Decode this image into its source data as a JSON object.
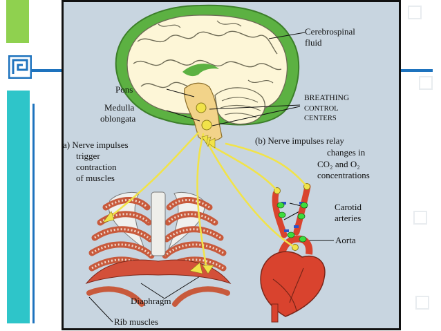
{
  "labels": {
    "cerebrospinal": [
      "Cerebrospinal",
      "fluid"
    ],
    "pons": "Pons",
    "medulla": [
      "Medulla",
      "oblongata"
    ],
    "breathing": [
      "Breathing",
      "control",
      "centers"
    ],
    "part_a": [
      "a) Nerve impulses",
      "trigger",
      "contraction",
      "of muscles"
    ],
    "part_b": [
      "(b) Nerve impulses relay",
      "changes in",
      "CO₂ and O₂",
      "concentrations"
    ],
    "carotid": [
      "Carotid",
      "arteries"
    ],
    "aorta": "Aorta",
    "diaphragm": "Diaphragm",
    "rib_muscles": "Rib muscles"
  },
  "colors": {
    "accent_green": "#8fd14f",
    "accent_teal": "#2ec5c9",
    "accent_blue": "#1e73be",
    "panel_bg": "#c8d5e0",
    "brain": "#fdf6d7",
    "csf": "#5cb142",
    "stem": "#f2d389",
    "nerve": "#f1e34a",
    "heart": "#d9432e"
  }
}
